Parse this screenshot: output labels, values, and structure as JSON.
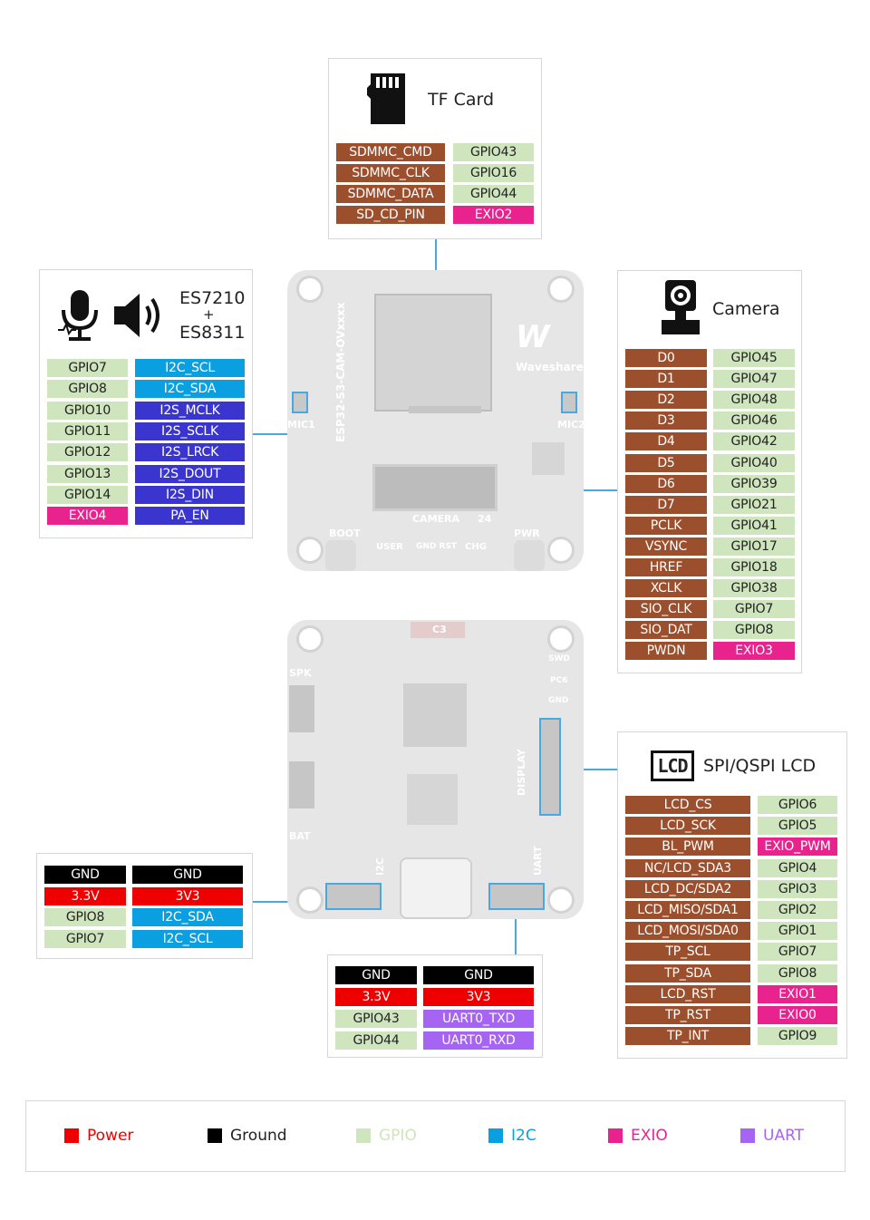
{
  "tf_card": {
    "title": "TF Card",
    "rows": [
      {
        "signal": "SDMMC_CMD",
        "gpio": "GPIO43",
        "gpio_type": "gpio"
      },
      {
        "signal": "SDMMC_CLK",
        "gpio": "GPIO16",
        "gpio_type": "gpio"
      },
      {
        "signal": "SDMMC_DATA",
        "gpio": "GPIO44",
        "gpio_type": "gpio"
      },
      {
        "signal": "SD_CD_PIN",
        "gpio": "EXIO2",
        "gpio_type": "exio"
      }
    ]
  },
  "audio": {
    "title_line1": "ES7210",
    "title_line2": "+",
    "title_line3": "ES8311",
    "icons": [
      "microphone-icon",
      "speaker-icon"
    ],
    "rows": [
      {
        "gpio": "GPIO7",
        "gpio_type": "gpio",
        "signal": "I2C_SCL",
        "signal_type": "i2c"
      },
      {
        "gpio": "GPIO8",
        "gpio_type": "gpio",
        "signal": "I2C_SDA",
        "signal_type": "i2c"
      },
      {
        "gpio": "GPIO10",
        "gpio_type": "gpio",
        "signal": "I2S_MCLK",
        "signal_type": "i2s"
      },
      {
        "gpio": "GPIO11",
        "gpio_type": "gpio",
        "signal": "I2S_SCLK",
        "signal_type": "i2s"
      },
      {
        "gpio": "GPIO12",
        "gpio_type": "gpio",
        "signal": "I2S_LRCK",
        "signal_type": "i2s"
      },
      {
        "gpio": "GPIO13",
        "gpio_type": "gpio",
        "signal": "I2S_DOUT",
        "signal_type": "i2s"
      },
      {
        "gpio": "GPIO14",
        "gpio_type": "gpio",
        "signal": "I2S_DIN",
        "signal_type": "i2s"
      },
      {
        "gpio": "EXIO4",
        "gpio_type": "exio",
        "signal": "PA_EN",
        "signal_type": "i2s"
      }
    ]
  },
  "camera": {
    "title": "Camera",
    "rows": [
      {
        "signal": "D0",
        "gpio": "GPIO45",
        "gpio_type": "gpio"
      },
      {
        "signal": "D1",
        "gpio": "GPIO47",
        "gpio_type": "gpio"
      },
      {
        "signal": "D2",
        "gpio": "GPIO48",
        "gpio_type": "gpio"
      },
      {
        "signal": "D3",
        "gpio": "GPIO46",
        "gpio_type": "gpio"
      },
      {
        "signal": "D4",
        "gpio": "GPIO42",
        "gpio_type": "gpio"
      },
      {
        "signal": "D5",
        "gpio": "GPIO40",
        "gpio_type": "gpio"
      },
      {
        "signal": "D6",
        "gpio": "GPIO39",
        "gpio_type": "gpio"
      },
      {
        "signal": "D7",
        "gpio": "GPIO21",
        "gpio_type": "gpio"
      },
      {
        "signal": "PCLK",
        "gpio": "GPIO41",
        "gpio_type": "gpio"
      },
      {
        "signal": "VSYNC",
        "gpio": "GPIO17",
        "gpio_type": "gpio"
      },
      {
        "signal": "HREF",
        "gpio": "GPIO18",
        "gpio_type": "gpio"
      },
      {
        "signal": "XCLK",
        "gpio": "GPIO38",
        "gpio_type": "gpio"
      },
      {
        "signal": "SIO_CLK",
        "gpio": "GPIO7",
        "gpio_type": "gpio"
      },
      {
        "signal": "SIO_DAT",
        "gpio": "GPIO8",
        "gpio_type": "gpio"
      },
      {
        "signal": "PWDN",
        "gpio": "EXIO3",
        "gpio_type": "exio"
      }
    ]
  },
  "lcd": {
    "title": "SPI/QSPI LCD",
    "icon_text": "LCD",
    "rows": [
      {
        "signal": "LCD_CS",
        "gpio": "GPIO6",
        "gpio_type": "gpio"
      },
      {
        "signal": "LCD_SCK",
        "gpio": "GPIO5",
        "gpio_type": "gpio"
      },
      {
        "signal": "BL_PWM",
        "gpio": "EXIO_PWM",
        "gpio_type": "exio"
      },
      {
        "signal": "NC/LCD_SDA3",
        "gpio": "GPIO4",
        "gpio_type": "gpio"
      },
      {
        "signal": "LCD_DC/SDA2",
        "gpio": "GPIO3",
        "gpio_type": "gpio"
      },
      {
        "signal": "LCD_MISO/SDA1",
        "gpio": "GPIO2",
        "gpio_type": "gpio"
      },
      {
        "signal": "LCD_MOSI/SDA0",
        "gpio": "GPIO1",
        "gpio_type": "gpio"
      },
      {
        "signal": "TP_SCL",
        "gpio": "GPIO7",
        "gpio_type": "gpio"
      },
      {
        "signal": "TP_SDA",
        "gpio": "GPIO8",
        "gpio_type": "gpio"
      },
      {
        "signal": "LCD_RST",
        "gpio": "EXIO1",
        "gpio_type": "exio"
      },
      {
        "signal": "TP_RST",
        "gpio": "EXIO0",
        "gpio_type": "exio"
      },
      {
        "signal": "TP_INT",
        "gpio": "GPIO9",
        "gpio_type": "gpio"
      }
    ]
  },
  "i2c_header": {
    "rows": [
      {
        "left": "GND",
        "left_type": "ground",
        "right": "GND",
        "right_type": "ground"
      },
      {
        "left": "3.3V",
        "left_type": "power",
        "right": "3V3",
        "right_type": "power"
      },
      {
        "left": "GPIO8",
        "left_type": "gpio",
        "right": "I2C_SDA",
        "right_type": "i2c"
      },
      {
        "left": "GPIO7",
        "left_type": "gpio",
        "right": "I2C_SCL",
        "right_type": "i2c"
      }
    ]
  },
  "uart_header": {
    "rows": [
      {
        "left": "GND",
        "left_type": "ground",
        "right": "GND",
        "right_type": "ground"
      },
      {
        "left": "3.3V",
        "left_type": "power",
        "right": "3V3",
        "right_type": "power"
      },
      {
        "left": "GPIO43",
        "left_type": "gpio",
        "right": "UART0_TXD",
        "right_type": "uart"
      },
      {
        "left": "GPIO44",
        "left_type": "gpio",
        "right": "UART0_RXD",
        "right_type": "uart"
      }
    ]
  },
  "board_top": {
    "brand": "Waveshare",
    "silk": {
      "vertical_name": "ESP32-S3-CAM-OVxxxx",
      "mic1": "MIC1",
      "mic2": "MIC2",
      "camera": "CAMERA",
      "pin24": "24",
      "boot": "BOOT",
      "pwr": "PWR",
      "user": "USER",
      "chg": "CHG",
      "gnd_rst": "GND RST"
    }
  },
  "board_bottom": {
    "silk": {
      "c3": "C3",
      "spk": "SPK",
      "bat": "BAT",
      "swd": "SWD",
      "pc6": "PC6",
      "gnd": "GND",
      "display": "DISPLAY",
      "uart": "UART",
      "i2c": "I2C"
    }
  },
  "legend": [
    {
      "label": "Power",
      "color": "#ee0000"
    },
    {
      "label": "Ground",
      "color": "#000000"
    },
    {
      "label": "GPIO",
      "color": "#cfe5bd"
    },
    {
      "label": "I2C",
      "color": "#0a9fe0"
    },
    {
      "label": "EXIO",
      "color": "#e8238e"
    },
    {
      "label": "UART",
      "color": "#a565f2"
    }
  ],
  "colors": {
    "signal": "#9c4f2d",
    "gpio": "#cfe5bd",
    "i2c": "#0a9fe0",
    "i2s": "#3a35cf",
    "exio": "#e8238e",
    "power": "#ee0000",
    "ground": "#000000",
    "uart": "#a565f2",
    "wire": "#4aa8e0"
  }
}
